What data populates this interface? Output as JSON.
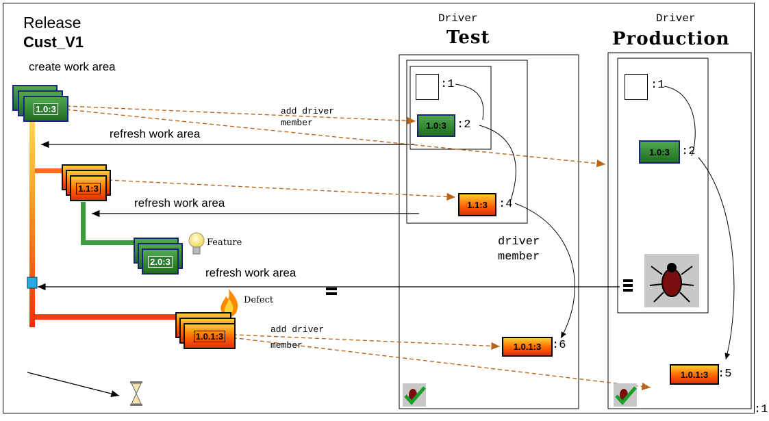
{
  "header": {
    "release_label": "Release",
    "cust_label": "Cust_V1",
    "create_label": "create work area"
  },
  "test_column": {
    "driver_label": "Driver",
    "name": "Test"
  },
  "production_column": {
    "driver_label": "Driver",
    "name": "Production"
  },
  "versions": {
    "v1": "1.0:3",
    "v2": "1.1:3",
    "v3": "2.0:3",
    "v4": "1.0.1:3"
  },
  "test_members": {
    "m1_index": ":1",
    "m2_version": "1.0:3",
    "m2_index": ":2",
    "m4_version": "1.1:3",
    "m4_index": ":4",
    "m6_version": "1.0.1:3",
    "m6_index": ":6"
  },
  "production_members": {
    "m1_index": ":1",
    "m2_version": "1.0:3",
    "m2_index": ":2",
    "m5_version": "1.0.1:3",
    "m5_index": ":5"
  },
  "labels": {
    "add_driver_member_1a": "add driver",
    "add_driver_member_1b": "member",
    "refresh_1": "refresh  work area",
    "refresh_2": "refresh  work area",
    "refresh_3": "refresh  work area",
    "feature": "Feature",
    "defect": "Defect",
    "driver_member_a": "driver",
    "driver_member_b": "member",
    "add_driver_member_2a": "add driver",
    "add_driver_member_2b": "member",
    "corner_index": ":1"
  },
  "colors": {
    "accent_orange": "#ff6600",
    "accent_green": "#2e7d32",
    "dashed_arrow": "#b8651b"
  }
}
